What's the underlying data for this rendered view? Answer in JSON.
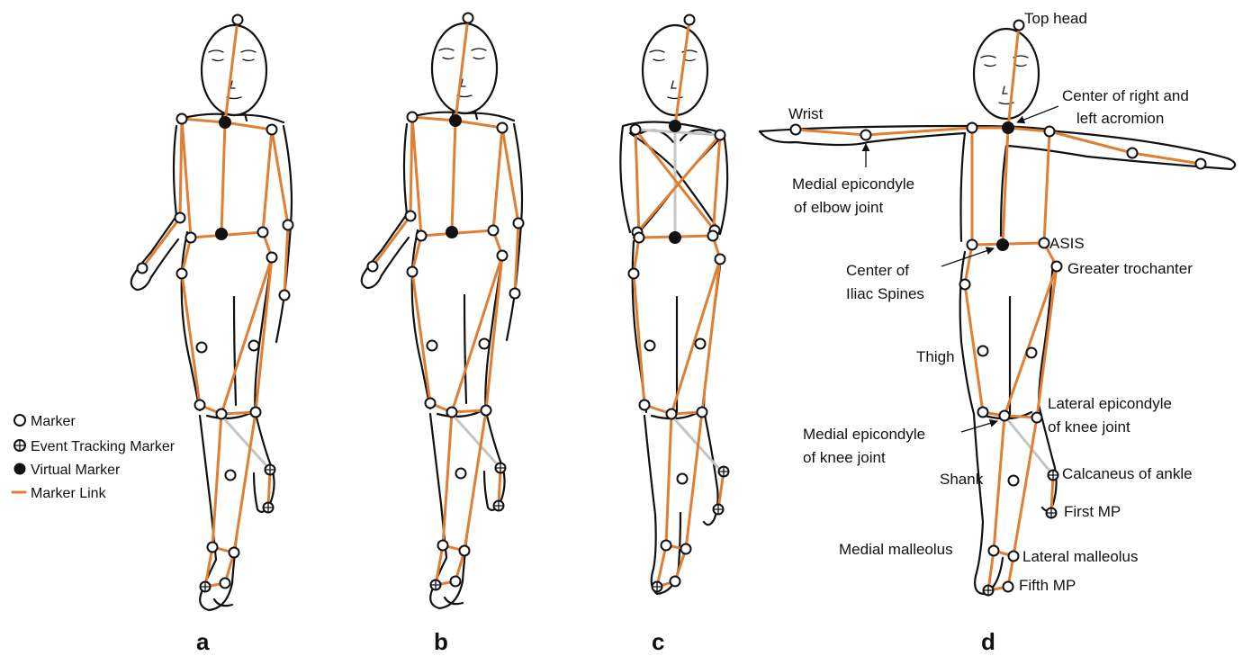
{
  "legend": {
    "marker": "Marker",
    "event_marker": "Event Tracking Marker",
    "virtual_marker": "Virtual Marker",
    "marker_link": "Marker Link"
  },
  "panels": [
    "a",
    "b",
    "c",
    "d"
  ],
  "labels": {
    "top_head": "Top head",
    "acromion_line1": "Center of right and",
    "acromion_line2": "left acromion",
    "wrist": "Wrist",
    "elbow_line1": "Medial epicondyle",
    "elbow_line2": "of elbow joint",
    "asis": "ASIS",
    "iliac_line1": "Center of",
    "iliac_line2": "Iliac Spines",
    "greater_trochanter": "Greater trochanter",
    "thigh": "Thigh",
    "lat_knee_line1": "Lateral epicondyle",
    "lat_knee_line2": "of knee joint",
    "med_knee_line1": "Medial epicondyle",
    "med_knee_line2": "of knee joint",
    "shank": "Shank",
    "calcaneus": "Calcaneus of ankle",
    "first_mp": "First MP",
    "medial_malleolus": "Medial malleolus",
    "lateral_malleolus": "Lateral malleolus",
    "fifth_mp": "Fifth MP"
  },
  "colors": {
    "marker_link": "#e07f33",
    "virtual_marker": "#111111",
    "marker_fill": "#ffffff",
    "grey_link": "#c4c4c4"
  }
}
